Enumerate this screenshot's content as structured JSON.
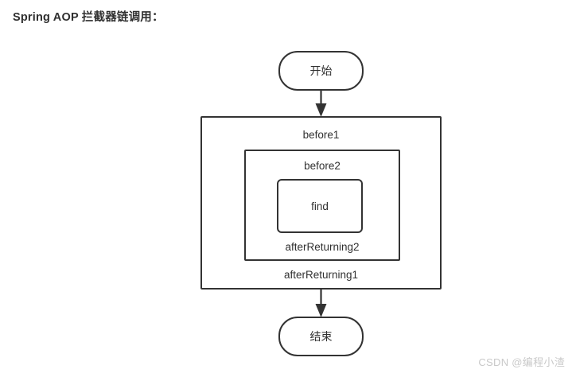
{
  "page": {
    "title": "Spring AOP 拦截器链调用：",
    "background_color": "#ffffff",
    "stroke_color": "#333333",
    "text_color": "#303030"
  },
  "diagram": {
    "type": "flowchart",
    "nodes": {
      "start": {
        "label": "开始",
        "shape": "terminator"
      },
      "interceptor1": {
        "before_label": "before1",
        "after_label": "afterReturning1",
        "shape": "rectangle"
      },
      "interceptor2": {
        "before_label": "before2",
        "after_label": "afterReturning2",
        "shape": "rectangle"
      },
      "target": {
        "label": "find",
        "shape": "rounded-rectangle"
      },
      "end": {
        "label": "结束",
        "shape": "terminator"
      }
    },
    "connectors": [
      {
        "name": "start-to-interceptor1",
        "from": "start",
        "to": "interceptor1",
        "direction": "down",
        "arrowhead": "solid"
      },
      {
        "name": "interceptor1-to-end",
        "from": "interceptor1",
        "to": "end",
        "direction": "down",
        "arrowhead": "solid"
      }
    ]
  },
  "watermark": {
    "text": "CSDN @编程小渣"
  }
}
